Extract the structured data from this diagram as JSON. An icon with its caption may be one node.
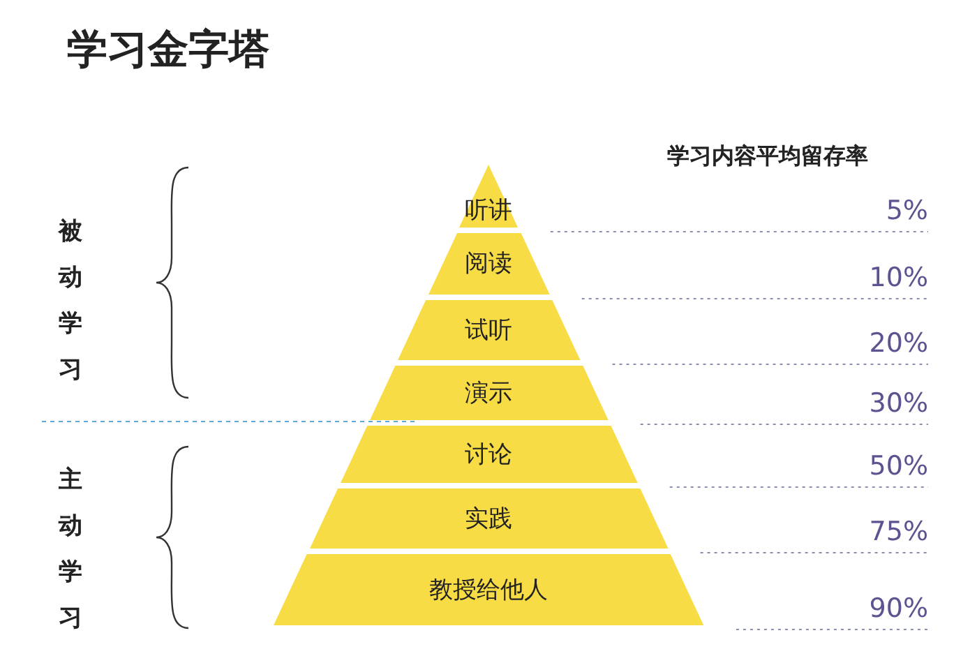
{
  "diagram": {
    "title": "学习金字塔",
    "nodes": [
      {
        "text": [
          "听讲"
        ]
      },
      {
        "text": [
          "阅读"
        ]
      },
      {
        "text": [
          "试听"
        ]
      },
      {
        "text": [
          "演示"
        ]
      },
      {
        "text": [
          "讨论"
        ]
      },
      {
        "text": [
          "实践"
        ]
      },
      {
        "text": [
          "教授给他人"
        ]
      }
    ],
    "labels": [
      "学习内容平均留存率",
      "被动学习",
      "主动学习",
      "5%",
      "10%",
      "20%",
      "30%",
      "50%",
      "75%",
      "90%"
    ]
  }
}
